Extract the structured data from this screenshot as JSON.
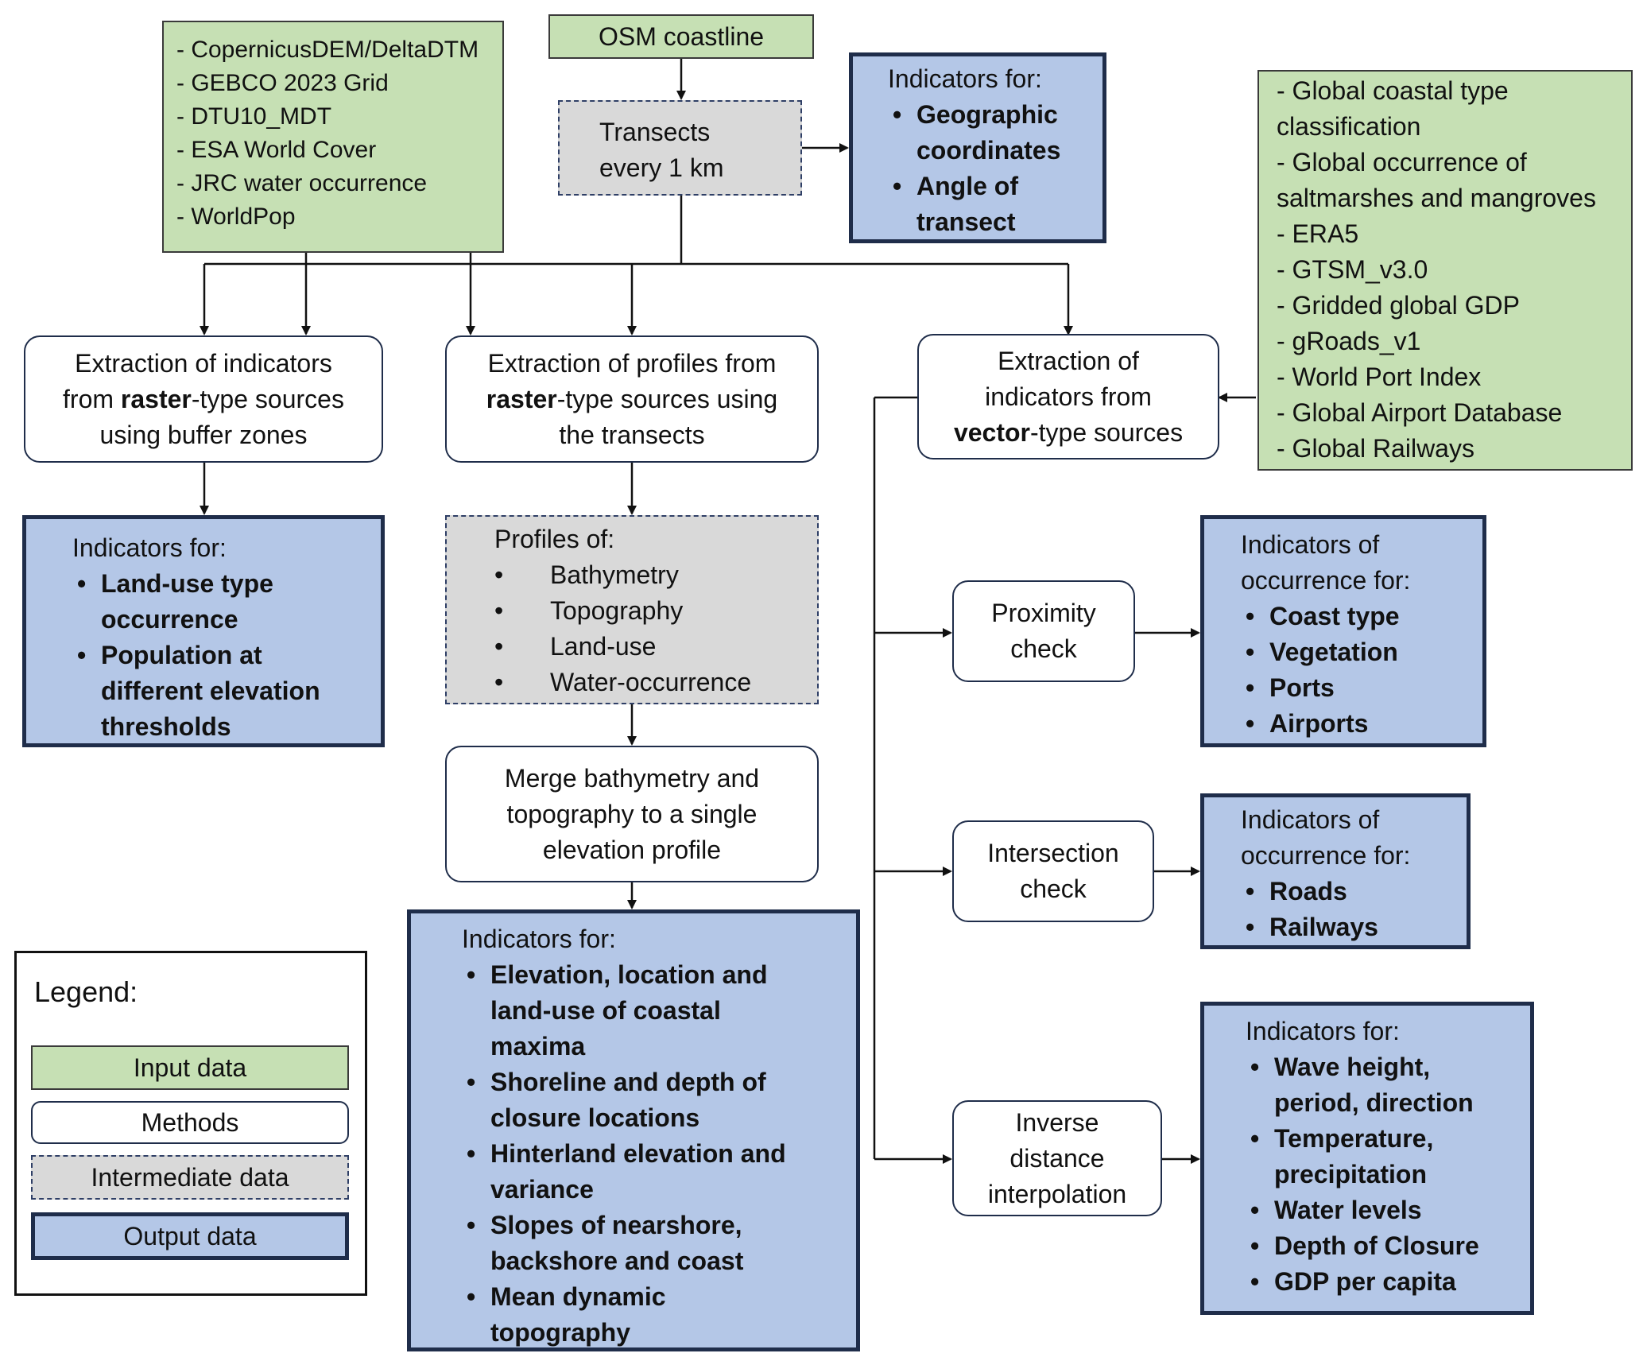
{
  "colors": {
    "input": "#c6e0b4",
    "method": "#ffffff",
    "intermediate": "#d9d9d9",
    "output": "#b4c7e7",
    "border": "#1f2d4a"
  },
  "inputs": {
    "dem_sources": [
      "- CopernicusDEM/DeltaDTM",
      "- GEBCO 2023 Grid",
      "- DTU10_MDT",
      "- ESA World Cover",
      "- JRC water occurrence",
      "- WorldPop"
    ],
    "osm": "OSM coastline",
    "vector_sources": [
      "- Global coastal type",
      "classification",
      "- Global occurrence of",
      "saltmarshes and mangroves",
      "- ERA5",
      "- GTSM_v3.0",
      "- Gridded global GDP",
      "- gRoads_v1",
      "- World Port Index",
      "- Global Airport Database",
      "- Global Railways"
    ]
  },
  "intermediate": {
    "transects": [
      "Transects",
      "every 1 km"
    ],
    "profiles_head": "Profiles of:",
    "profiles": [
      "Bathymetry",
      "Topography",
      "Land-use",
      "Water-occurrence"
    ]
  },
  "methods": {
    "raster_buffer": {
      "pre": "Extraction of indicators",
      "line2_pre": "from ",
      "line2_bold": "raster",
      "line2_post": "-type sources",
      "line3": "using buffer zones"
    },
    "raster_profiles": {
      "line1": "Extraction of profiles from",
      "line2_bold": "raster",
      "line2_post": "-type sources using",
      "line3": "the transects"
    },
    "vector": {
      "line1": "Extraction of",
      "line2": "indicators from",
      "line3_bold": "vector",
      "line3_post": "-type sources"
    },
    "proximity": [
      "Proximity",
      "check"
    ],
    "intersection": [
      "Intersection",
      "check"
    ],
    "idw": [
      "Inverse",
      "distance",
      "interpolation"
    ],
    "merge": [
      "Merge bathymetry and",
      "topography to a single",
      "elevation profile"
    ]
  },
  "outputs": {
    "geo": {
      "head": "Indicators for:",
      "items": [
        "Geographic coordinates",
        "Angle of transect"
      ]
    },
    "landuse": {
      "head": "Indicators for:",
      "items": [
        "Land-use type occurrence",
        "Population at different elevation thresholds"
      ]
    },
    "profile": {
      "head": "Indicators for:",
      "items": [
        "Elevation, location and land-use of coastal maxima",
        "Shoreline and depth of closure locations",
        "Hinterland elevation and variance",
        "Slopes of nearshore, backshore and coast",
        "Mean dynamic topography"
      ]
    },
    "proximity": {
      "head": [
        "Indicators of",
        "occurrence for:"
      ],
      "items": [
        "Coast type",
        "Vegetation",
        "Ports",
        "Airports"
      ]
    },
    "intersection": {
      "head": [
        "Indicators of",
        "occurrence for:"
      ],
      "items": [
        "Roads",
        "Railways"
      ]
    },
    "idw": {
      "head": "Indicators for:",
      "items": [
        "Wave height, period, direction",
        "Temperature, precipitation",
        "Water levels",
        "Depth of Closure",
        "GDP per capita"
      ]
    }
  },
  "legend": {
    "title": "Legend:",
    "input": "Input data",
    "methods": "Methods",
    "intermediate": "Intermediate data",
    "output": "Output data"
  }
}
